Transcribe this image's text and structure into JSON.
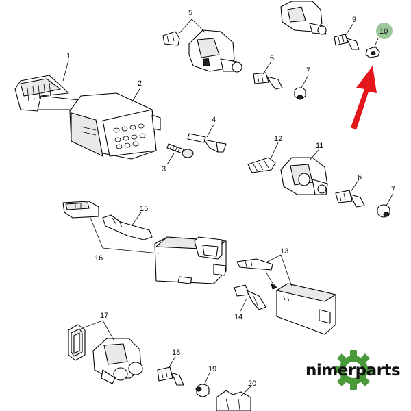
{
  "diagram": {
    "callouts": {
      "c1": "1",
      "c2": "2",
      "c3": "3",
      "c4": "4",
      "c5": "5",
      "c6a": "6",
      "c6b": "6",
      "c7a": "7",
      "c7b": "7",
      "c9": "9",
      "c10": "10",
      "c11": "11",
      "c12": "12",
      "c13": "13",
      "c14": "14",
      "c15": "15",
      "c16": "16",
      "c17": "17",
      "c18": "18",
      "c19": "19",
      "c20": "20"
    },
    "highlighted_callout": "10",
    "highlight_color": "#9cc79a",
    "arrow_color": "#e3161b"
  },
  "logo": {
    "text": "nimerparts",
    "gear_color": "#4a9a3c",
    "icon": "gear-icon"
  }
}
